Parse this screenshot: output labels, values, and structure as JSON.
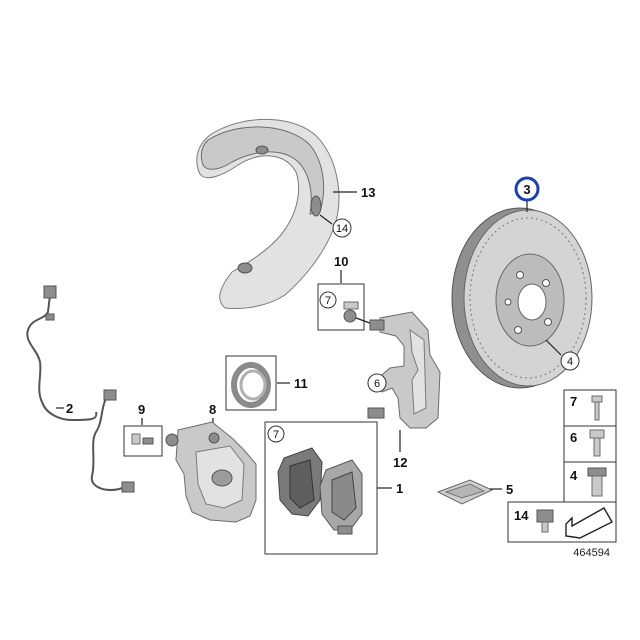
{
  "callouts": {
    "c1": "1",
    "c2": "2",
    "c3": "3",
    "c4": "4",
    "c5": "5",
    "c6": "6",
    "c7": "7",
    "c8": "8",
    "c9": "9",
    "c10": "10",
    "c11": "11",
    "c12": "12",
    "c13": "13",
    "c14": "14",
    "circ4": "4",
    "circ6": "6",
    "circ7a": "7",
    "circ7b": "7",
    "circ14": "14"
  },
  "legend": {
    "l7": "7",
    "l6": "6",
    "l4": "4",
    "l14": "14"
  },
  "diagram_id": "464594",
  "colors": {
    "highlight": "#1a3fb8",
    "part": "#c9c9c9"
  }
}
